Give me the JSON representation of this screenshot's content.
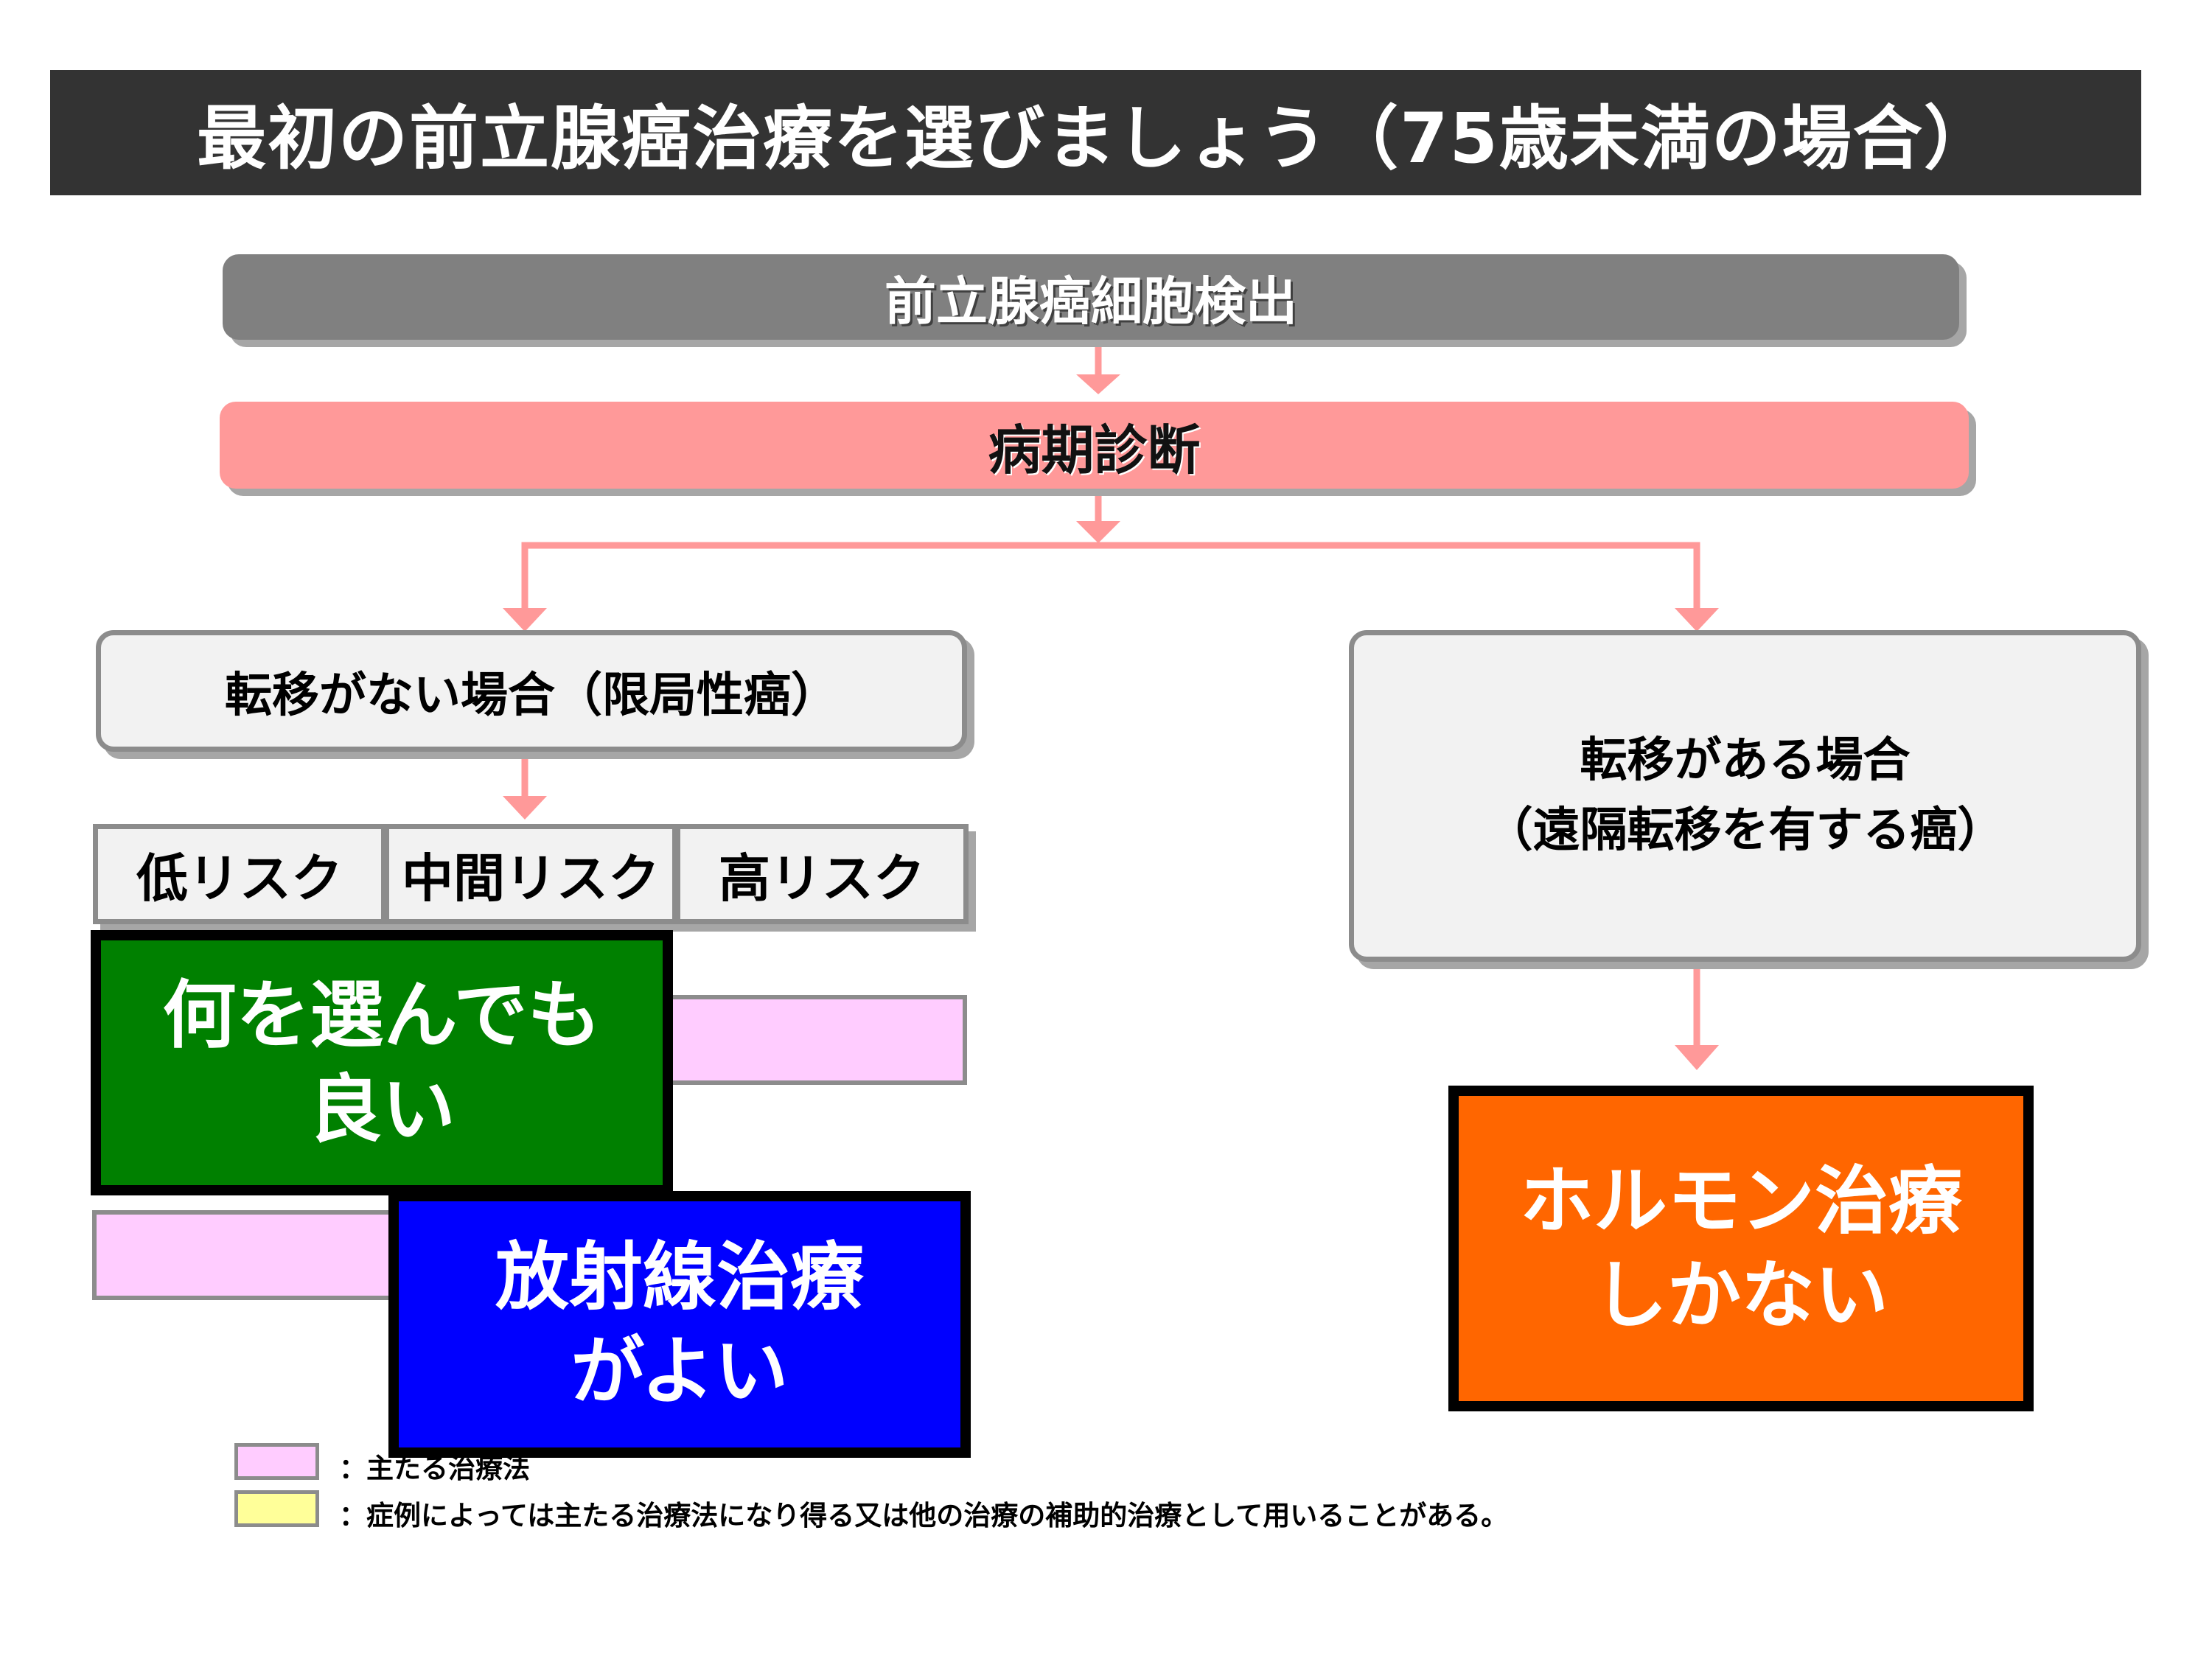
{
  "title": "最初の前立腺癌治療を選びましょう（75歳未満の場合）",
  "flow": {
    "detection": "前立腺癌細胞検出",
    "staging": "病期診断"
  },
  "cases": {
    "localized": "転移がない場合（限局性癌）",
    "metastatic_line1": "転移がある場合",
    "metastatic_line2": "（遠隔転移を有する癌）"
  },
  "risk_levels": [
    "低リスク",
    "中間リスク",
    "高リスク"
  ],
  "treatments": {
    "any_line1": "何を選んでも",
    "any_line2": "良い",
    "radiation_line1": "放射線治療",
    "radiation_line2": "がよい",
    "hormone_line1": "ホルモン治療",
    "hormone_line2": "しかない"
  },
  "legend": {
    "main": "：主たる治療法",
    "sometimes": "：症例によっては主たる治療法になり得る又は他の治療の補助的治療として用いることがある。"
  },
  "colors": {
    "title_bg": "#333333",
    "arrow": "#ff9999",
    "main_treatment": "#ffccff",
    "sometimes_treatment": "#ffff99",
    "green": "#008000",
    "blue": "#0000ff",
    "orange": "#ff6600"
  }
}
